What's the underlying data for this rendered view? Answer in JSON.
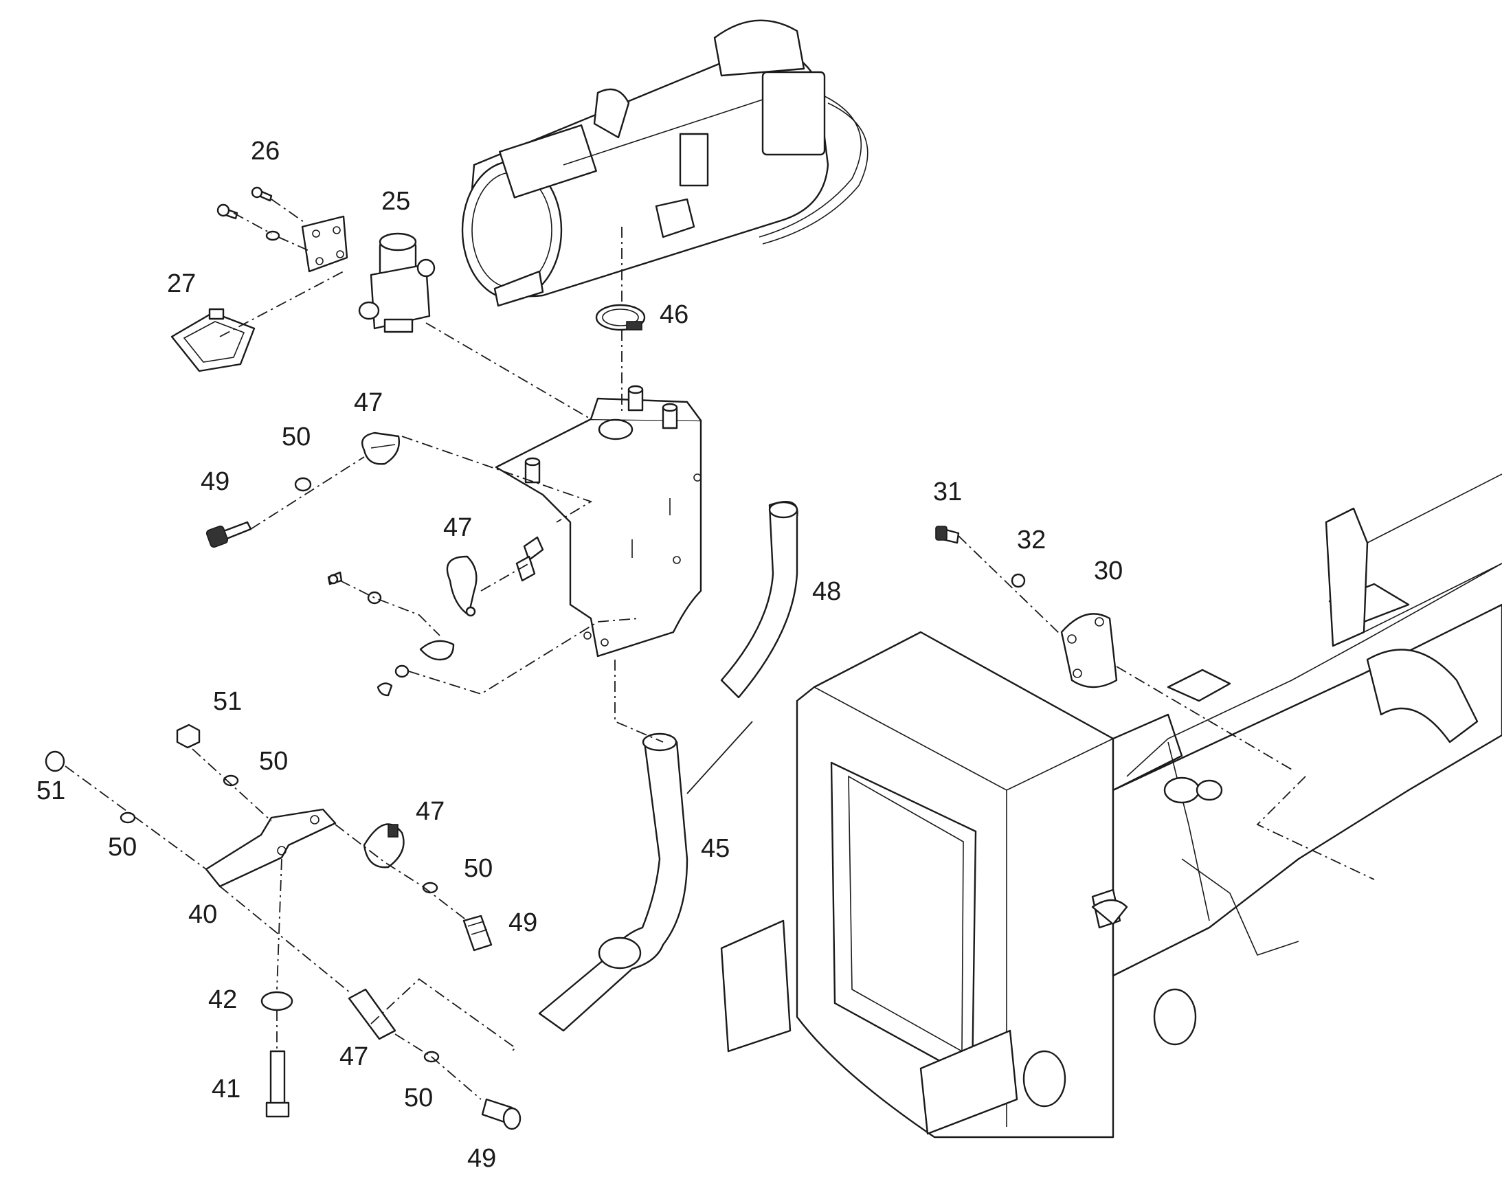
{
  "callouts": {
    "c26": "26",
    "c25": "25",
    "c27": "27",
    "c46": "46",
    "c47a": "47",
    "c50a": "50",
    "c49a": "49",
    "c47b": "47",
    "c48": "48",
    "c31": "31",
    "c32": "32",
    "c30": "30",
    "c51a": "51",
    "c51b": "51",
    "c50b": "50",
    "c50c": "50",
    "c40": "40",
    "c47c": "47",
    "c50d": "50",
    "c49b": "49",
    "c45": "45",
    "c42": "42",
    "c41": "41",
    "c47d": "47",
    "c50e": "50",
    "c49c": "49"
  },
  "colors": {
    "line": "#1a1a1a",
    "background": "#ffffff"
  }
}
